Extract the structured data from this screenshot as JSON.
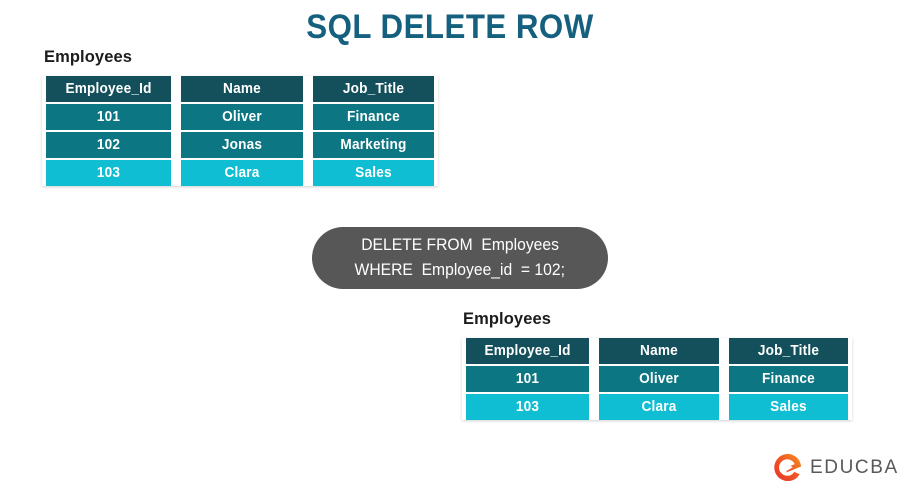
{
  "title": "SQL DELETE ROW",
  "theme": {
    "title_color": "#16607f",
    "header_bg": "#14505b",
    "row_dark_bg": "#0d7683",
    "row_cyan_bg": "#10bed3",
    "sql_box_bg": "#575757",
    "logo_text_color": "#58595b",
    "logo_mark_gradient_from": "#e8322a",
    "logo_mark_gradient_to": "#f89420"
  },
  "before_table": {
    "caption": "Employees",
    "columns": [
      "Employee_Id",
      "Name",
      "Job_Title"
    ],
    "rows": [
      {
        "Employee_Id": "101",
        "Name": "Oliver",
        "Job_Title": "Finance",
        "highlight": "dark"
      },
      {
        "Employee_Id": "102",
        "Name": "Jonas",
        "Job_Title": "Marketing",
        "highlight": "dark"
      },
      {
        "Employee_Id": "103",
        "Name": "Clara",
        "Job_Title": "Sales",
        "highlight": "cyan"
      }
    ]
  },
  "sql_statement": {
    "line1": "DELETE FROM  Employees",
    "line2": "WHERE  Employee_id  = 102;"
  },
  "after_table": {
    "caption": "Employees",
    "columns": [
      "Employee_Id",
      "Name",
      "Job_Title"
    ],
    "rows": [
      {
        "Employee_Id": "101",
        "Name": "Oliver",
        "Job_Title": "Finance",
        "highlight": "dark"
      },
      {
        "Employee_Id": "103",
        "Name": "Clara",
        "Job_Title": "Sales",
        "highlight": "cyan"
      }
    ]
  },
  "logo": {
    "mark_name": "educba-e-mark-icon",
    "text": "EDUCBA"
  }
}
